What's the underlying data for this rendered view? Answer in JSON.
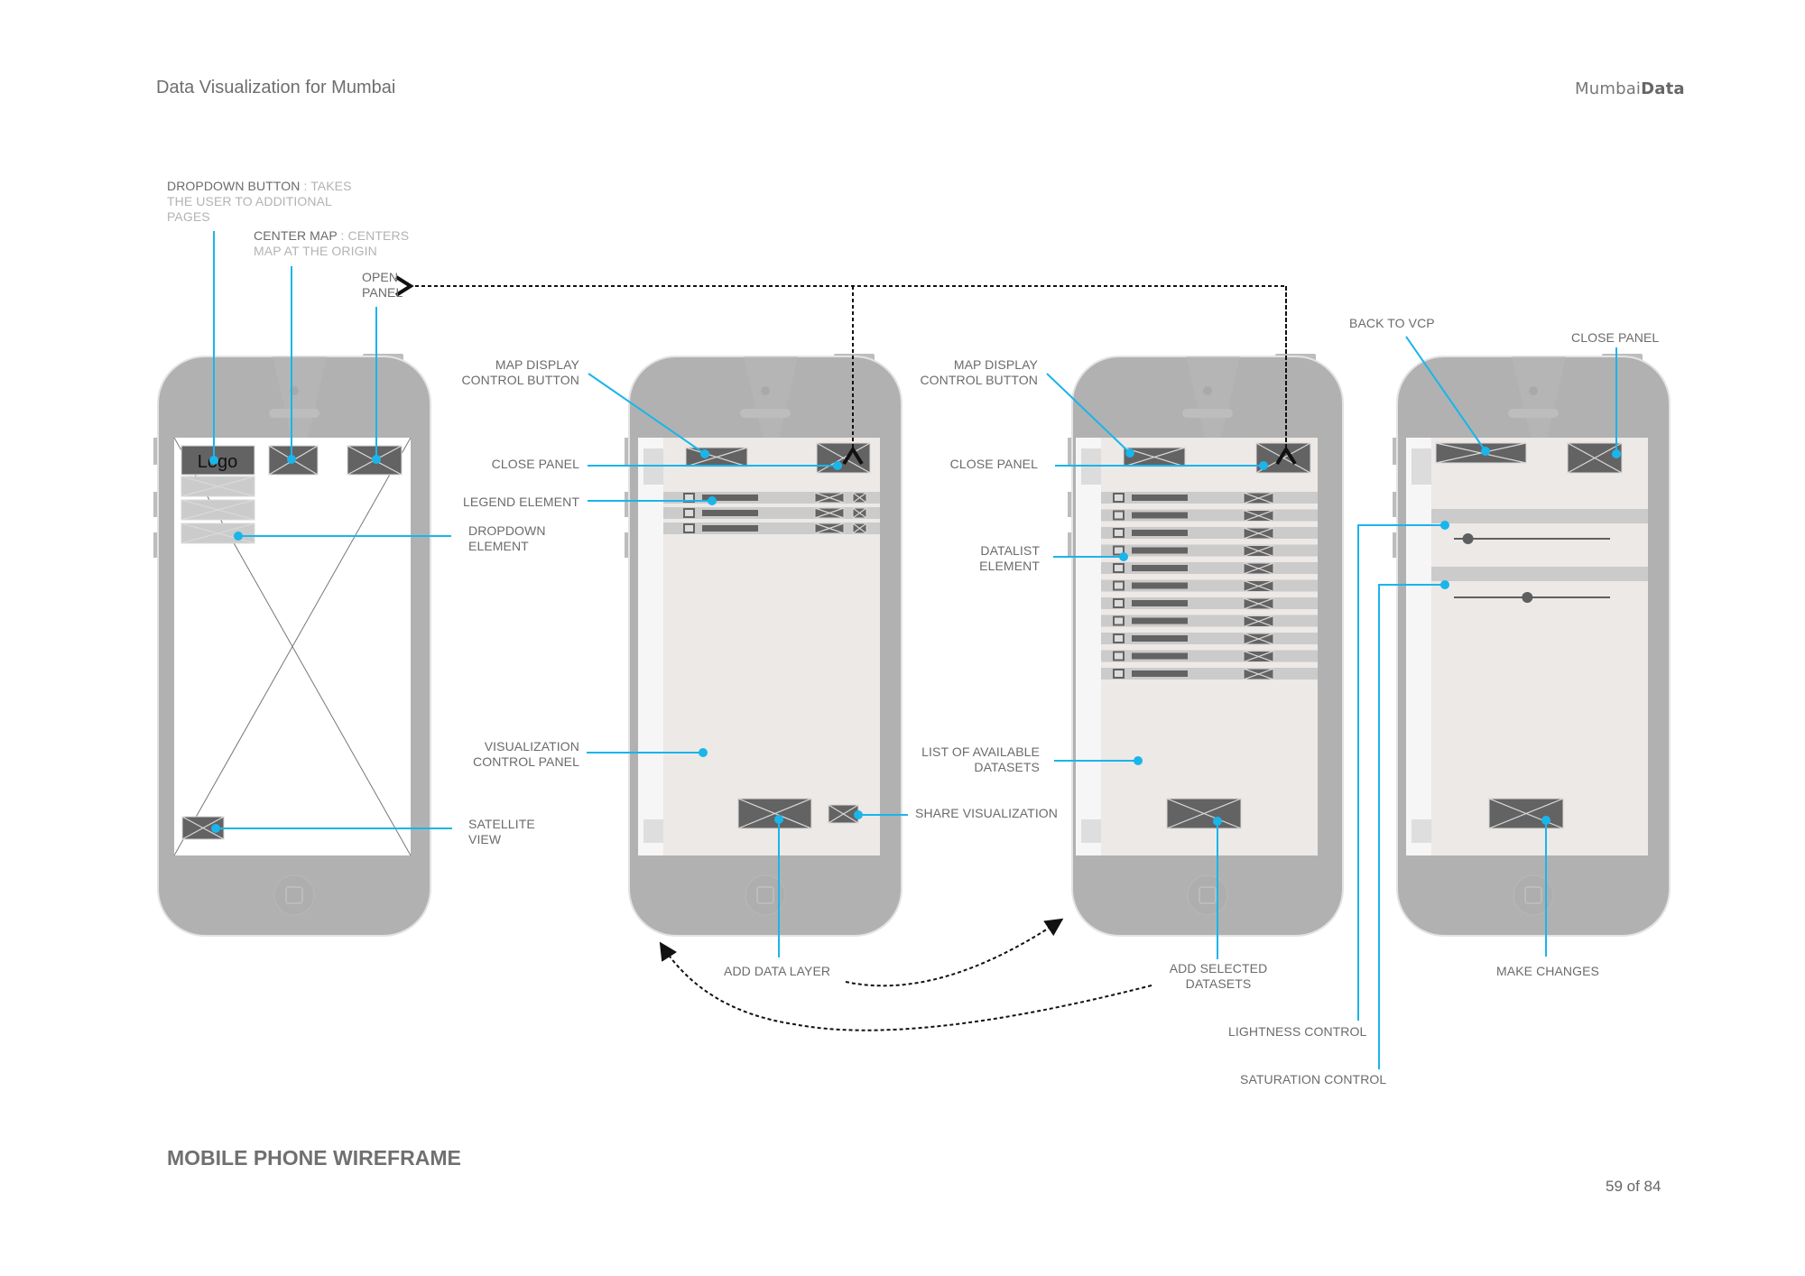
{
  "header": {
    "title": "Data Visualization for Mumbai",
    "brand_regular": "Mumbai",
    "brand_bold": "Data"
  },
  "footer": {
    "section_title": "MOBILE PHONE WIREFRAME",
    "page_indicator": "59 of 84"
  },
  "colors": {
    "callout": "#1ab5ea",
    "phone_body": "#b1b1b1",
    "panel_bg": "#ece9e7",
    "placeholder_dark": "#636363",
    "placeholder_light": "#cbcbcb",
    "arrow": "#111111",
    "text": "#6b6b6b",
    "text_light": "#b3b3b3"
  },
  "annotations": {
    "dropdown_button": {
      "title": "DROPDOWN BUTTON",
      "sep": " : ",
      "desc_line1": "TAKES",
      "desc_line2": "THE USER TO ADDITIONAL",
      "desc_line3": "PAGES"
    },
    "center_map": {
      "title": "CENTER MAP",
      "sep": " : ",
      "desc_line1": "CENTERS",
      "desc_line2": "MAP AT THE ORIGIN"
    },
    "open_panel": {
      "line1": "OPEN",
      "line2": "PANEL"
    },
    "dropdown_element": {
      "line1": "DROPDOWN",
      "line2": "ELEMENT"
    },
    "satellite_view": {
      "line1": "SATELLITE",
      "line2": "VIEW"
    },
    "map_display_control_1": {
      "line1": "MAP DISPLAY",
      "line2": "CONTROL BUTTON"
    },
    "close_panel_1": "CLOSE PANEL",
    "legend_element": "LEGEND ELEMENT",
    "visualization_control_panel": {
      "line1": "VISUALIZATION",
      "line2": "CONTROL PANEL"
    },
    "share_visualization": "SHARE VISUALIZATION",
    "add_data_layer": "ADD DATA LAYER",
    "map_display_control_2": {
      "line1": "MAP DISPLAY",
      "line2": "CONTROL BUTTON"
    },
    "close_panel_2": "CLOSE PANEL",
    "datalist_element": {
      "line1": "DATALIST",
      "line2": "ELEMENT"
    },
    "list_of_datasets": {
      "line1": "LIST OF AVAILABLE",
      "line2": "DATASETS"
    },
    "add_selected_datasets": {
      "line1": "ADD SELECTED",
      "line2": "DATASETS"
    },
    "back_to_vcp": "BACK TO VCP",
    "close_panel_3": "CLOSE PANEL",
    "make_changes": "MAKE CHANGES",
    "lightness_control": "LIGHTNESS CONTROL",
    "saturation_control": "SATURATION CONTROL"
  },
  "screens": {
    "map_view": {
      "logo_text": "Logo",
      "dropdown_items": 3
    },
    "visualization_control_panel": {
      "legend_rows": 3
    },
    "dataset_list": {
      "dataset_rows": 11
    },
    "layer_settings": {
      "sliders": [
        {
          "name": "lightness",
          "value": 0.09
        },
        {
          "name": "saturation",
          "value": 0.47
        }
      ]
    }
  }
}
